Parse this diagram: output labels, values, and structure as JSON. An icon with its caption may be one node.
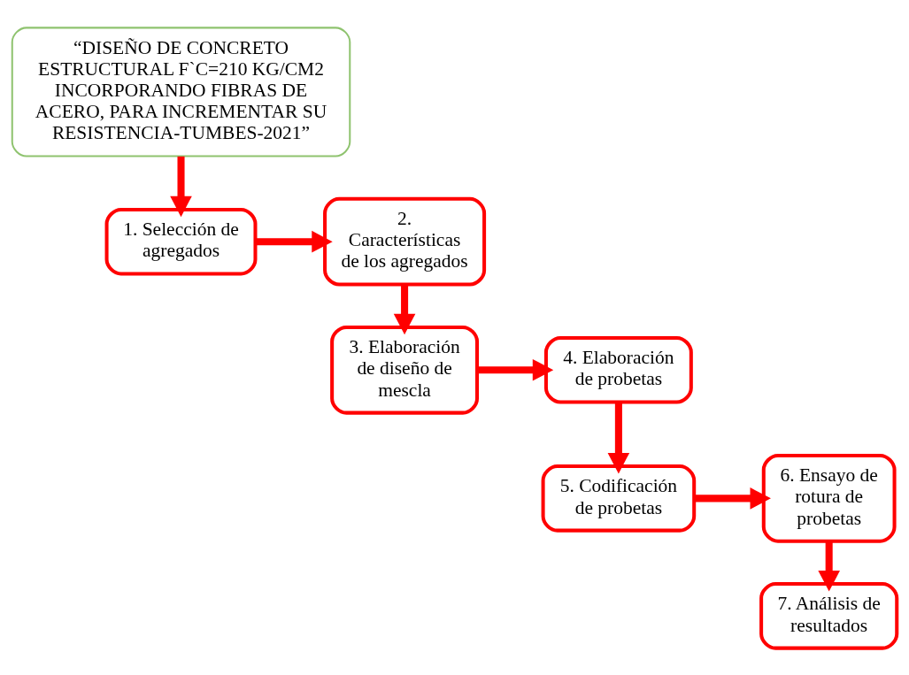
{
  "diagram": {
    "nodes": [
      {
        "text": [
          "“DISEÑO DE CONCRETO ESTRUCTURAL F`C=210 KG/CM2 INCORPORANDO FIBRAS DE ACERO, PARA INCREMENTAR SU RESISTENCIA-TUMBES-2021”"
        ]
      },
      {
        "text": [
          "1. Selección de agregados"
        ]
      },
      {
        "text": [
          "2. Características de los agregados"
        ]
      },
      {
        "text": [
          "3. Elaboración de diseño de mescla"
        ]
      },
      {
        "text": [
          "4. Elaboración de probetas"
        ]
      },
      {
        "text": [
          "5. Codificación de probetas"
        ]
      },
      {
        "text": [
          "6. Ensayo de rotura de probetas"
        ]
      },
      {
        "text": [
          "7. Análisis de resultados"
        ]
      }
    ],
    "edges": [
      {
        "from": 0,
        "to": 1,
        "arrow": "to"
      },
      {
        "from": 1,
        "to": 2,
        "arrow": "to"
      },
      {
        "from": 2,
        "to": 3,
        "arrow": "to"
      },
      {
        "from": 3,
        "to": 4,
        "arrow": "to"
      },
      {
        "from": 4,
        "to": 5,
        "arrow": "to"
      },
      {
        "from": 5,
        "to": 6,
        "arrow": "to"
      },
      {
        "from": 6,
        "to": 7,
        "arrow": "to"
      }
    ]
  }
}
